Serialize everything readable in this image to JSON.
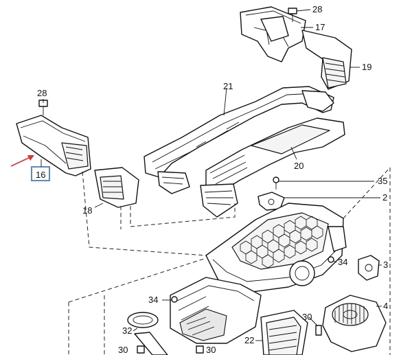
{
  "diagram": {
    "callouts": [
      {
        "id": "c28a",
        "label": "28"
      },
      {
        "id": "c17",
        "label": "17"
      },
      {
        "id": "c19",
        "label": "19"
      },
      {
        "id": "c21",
        "label": "21"
      },
      {
        "id": "c28b",
        "label": "28"
      },
      {
        "id": "c16",
        "label": "16"
      },
      {
        "id": "c20",
        "label": "20"
      },
      {
        "id": "c35",
        "label": "35"
      },
      {
        "id": "c2",
        "label": "2"
      },
      {
        "id": "c18",
        "label": "18"
      },
      {
        "id": "c34a",
        "label": "34"
      },
      {
        "id": "c3",
        "label": "3"
      },
      {
        "id": "c34b",
        "label": "34"
      },
      {
        "id": "c4",
        "label": "4"
      },
      {
        "id": "c30a",
        "label": "30"
      },
      {
        "id": "c32",
        "label": "32"
      },
      {
        "id": "c22",
        "label": "22"
      },
      {
        "id": "c30b",
        "label": "30"
      },
      {
        "id": "c30c",
        "label": "30"
      }
    ],
    "highlight": {
      "boxed_callout": "16",
      "box_color": "#4a7fb5",
      "arrow_color": "#e03030"
    }
  }
}
